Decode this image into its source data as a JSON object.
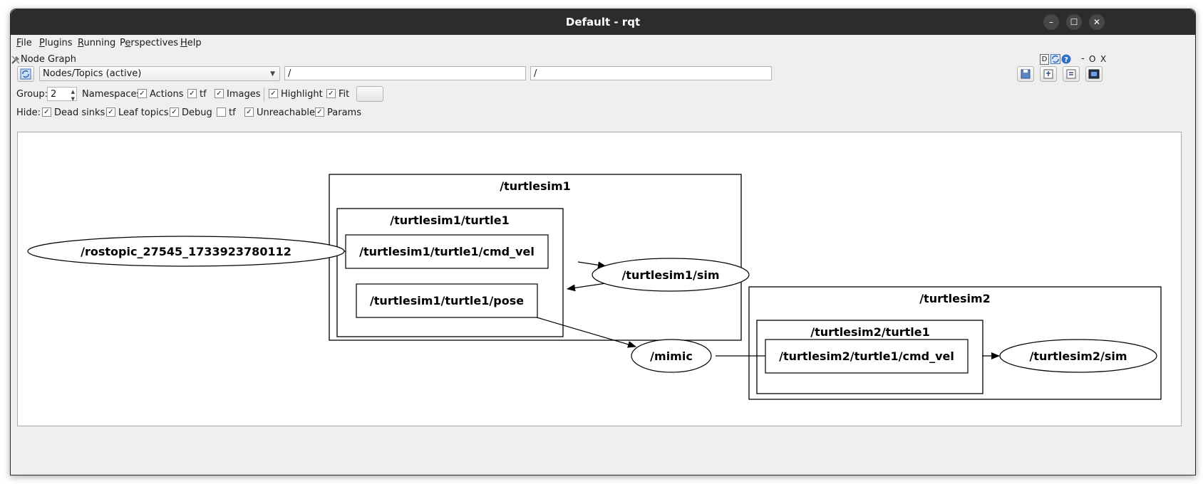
{
  "window": {
    "title": "Default - rqt",
    "minimize_glyph": "–",
    "maximize_glyph": "☐",
    "close_glyph": "✕"
  },
  "menu": [
    {
      "label": "File",
      "mnemonic_index": 0
    },
    {
      "label": "Plugins",
      "mnemonic_index": 0
    },
    {
      "label": "Running",
      "mnemonic_index": 0
    },
    {
      "label": "Perspectives",
      "mnemonic_index": 1
    },
    {
      "label": "Help",
      "mnemonic_index": 0
    }
  ],
  "dock": {
    "title": "Node Graph",
    "icon": "node-graph-tool-icon",
    "buttons": [
      "D",
      "O",
      "X"
    ],
    "dash": "-"
  },
  "toolbar": {
    "refresh_icon": "refresh-icon",
    "view_mode": "Nodes/Topics (active)",
    "filter_nodes": "/",
    "filter_topics": "/",
    "right_buttons": [
      "save-dot-icon",
      "load-dot-icon",
      "save-svg-icon",
      "save-image-icon"
    ]
  },
  "options": {
    "group_label": "Group:",
    "group_value": "2",
    "items": [
      {
        "label": "Namespaces",
        "checked": null
      },
      {
        "label": "Actions",
        "checked": true
      },
      {
        "label": "tf",
        "checked": true
      },
      {
        "label": "Images",
        "checked": true
      },
      {
        "label": "Highlight",
        "checked": true
      },
      {
        "label": "Fit",
        "checked": true
      }
    ]
  },
  "hide": {
    "label": "Hide:",
    "items": [
      {
        "label": "Dead sinks",
        "checked": true
      },
      {
        "label": "Leaf topics",
        "checked": true
      },
      {
        "label": "Debug",
        "checked": true
      },
      {
        "label": "tf",
        "checked": false
      },
      {
        "label": "Unreachable",
        "checked": true
      },
      {
        "label": "Params",
        "checked": true
      }
    ]
  },
  "graph": {
    "clusters": {
      "turtlesim1": "/turtlesim1",
      "turtlesim1_turtle1": "/turtlesim1/turtle1",
      "turtlesim2": "/turtlesim2",
      "turtlesim2_turtle1": "/turtlesim2/turtle1"
    },
    "nodes": {
      "rostopic": "/rostopic_27545_1733923780112",
      "sim1": "/turtlesim1/sim",
      "mimic": "/mimic",
      "sim2": "/turtlesim2/sim"
    },
    "topics": {
      "cmd_vel1": "/turtlesim1/turtle1/cmd_vel",
      "pose1": "/turtlesim1/turtle1/pose",
      "cmd_vel2": "/turtlesim2/turtle1/cmd_vel"
    },
    "edges": [
      {
        "from": "/rostopic_27545_1733923780112",
        "to": "/turtlesim1/turtle1/cmd_vel"
      },
      {
        "from": "/turtlesim1/turtle1/cmd_vel",
        "to": "/turtlesim1/sim"
      },
      {
        "from": "/turtlesim1/sim",
        "to": "/turtlesim1/turtle1/pose"
      },
      {
        "from": "/turtlesim1/turtle1/pose",
        "to": "/mimic"
      },
      {
        "from": "/mimic",
        "to": "/turtlesim2/turtle1/cmd_vel"
      },
      {
        "from": "/turtlesim2/turtle1/cmd_vel",
        "to": "/turtlesim2/sim"
      }
    ]
  }
}
